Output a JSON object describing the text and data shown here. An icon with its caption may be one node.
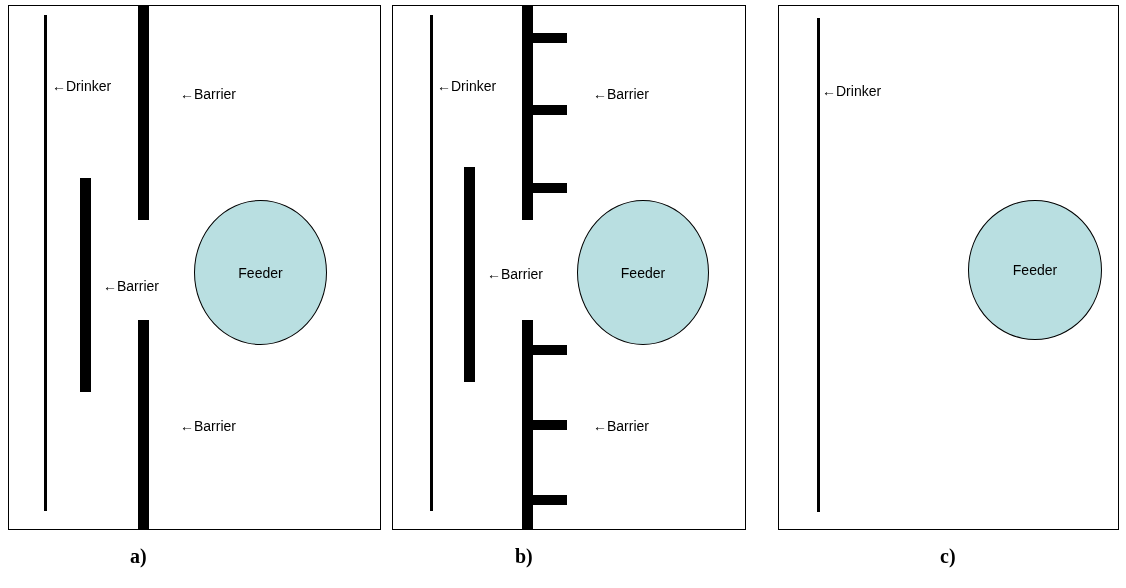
{
  "diagram": {
    "nodes": [
      {
        "text": [
          "Feeder"
        ]
      },
      {
        "text": [
          "Feeder"
        ]
      },
      {
        "text": [
          "Feeder"
        ]
      }
    ],
    "labels": [
      "←Drinker",
      "←Barrier",
      "←Barrier",
      "←Barrier",
      "←Drinker",
      "←Barrier",
      "←Barrier",
      "←Barrier",
      "←Drinker",
      "a)",
      "b)",
      "c)"
    ]
  }
}
